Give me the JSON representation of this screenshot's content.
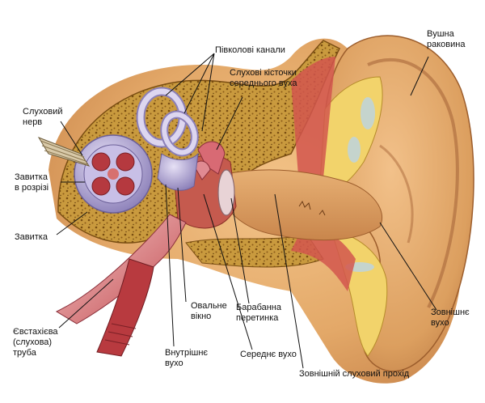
{
  "labels": {
    "auditory_nerve": "Слуховий\nнерв",
    "semicircular_canals": "Півколові канали",
    "ossicles": "Слухові кісточки\nсереднього вуха",
    "auricle": "Вушна\nраковина",
    "cochlea_section": "Завитка\nв розрізі",
    "cochlea": "Завитка",
    "eustachian_tube": "Євстахієва\n(слухова)\nтруба",
    "inner_ear": "Внутрішнє\nвухо",
    "oval_window": "Овальне\nвікно",
    "eardrum": "Барабанна\nперетинка",
    "middle_ear": "Середнє вухо",
    "external_canal": "Зовнішній слуховий прохід",
    "outer_ear": "Зовнішнє\nвухо"
  }
}
